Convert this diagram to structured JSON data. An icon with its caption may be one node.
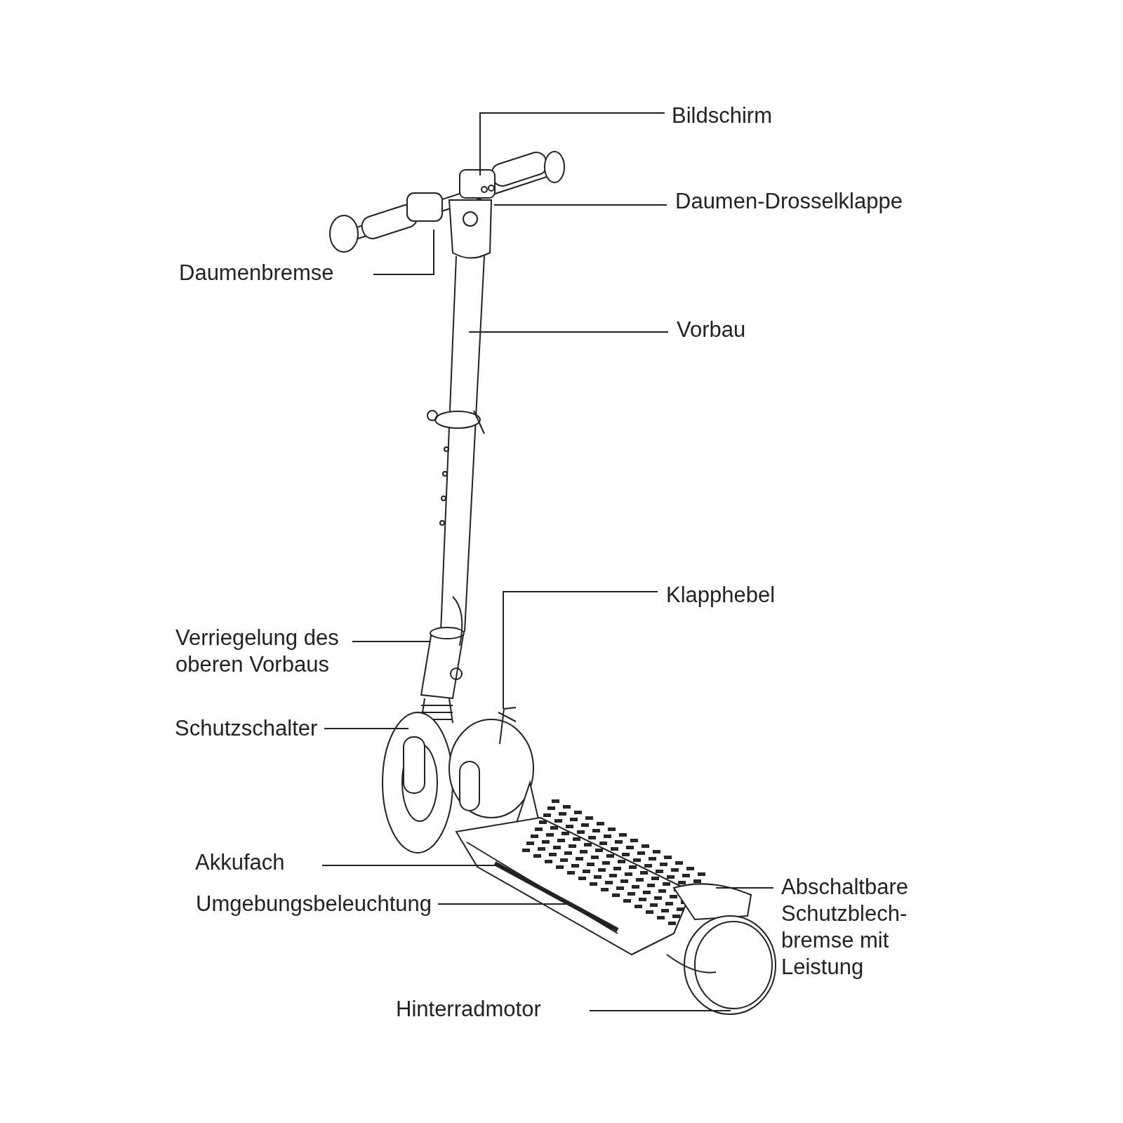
{
  "diagram": {
    "nodes": [
      {
        "text": [
          "Bildschirm"
        ]
      },
      {
        "text": [
          "Daumen-Drosselklappe"
        ]
      },
      {
        "text": [
          "Daumenbremse"
        ]
      },
      {
        "text": [
          "Vorbau"
        ]
      },
      {
        "text": [
          "Klapphebel"
        ]
      },
      {
        "text": [
          "Verriegelung des oberen Vorbaus"
        ]
      },
      {
        "text": [
          "Schutzschalter"
        ]
      },
      {
        "text": [
          "Akkufach"
        ]
      },
      {
        "text": [
          "Umgebungsbeleuchtung"
        ]
      },
      {
        "text": [
          "Abschaltbare Schutzblech-bremse mit Leistung"
        ]
      },
      {
        "text": [
          "Hinterradmotor"
        ]
      }
    ],
    "edges": [
      {
        "from": 0,
        "to": null,
        "arrow": "none"
      },
      {
        "from": 1,
        "to": null,
        "arrow": "none"
      },
      {
        "from": 2,
        "to": null,
        "arrow": "none"
      },
      {
        "from": 3,
        "to": null,
        "arrow": "none"
      },
      {
        "from": 4,
        "to": null,
        "arrow": "none"
      },
      {
        "from": 5,
        "to": null,
        "arrow": "none"
      },
      {
        "from": 6,
        "to": null,
        "arrow": "none"
      },
      {
        "from": 7,
        "to": null,
        "arrow": "none"
      },
      {
        "from": 8,
        "to": null,
        "arrow": "none"
      },
      {
        "from": 9,
        "to": null,
        "arrow": "none"
      },
      {
        "from": 10,
        "to": null,
        "arrow": "none"
      }
    ]
  }
}
